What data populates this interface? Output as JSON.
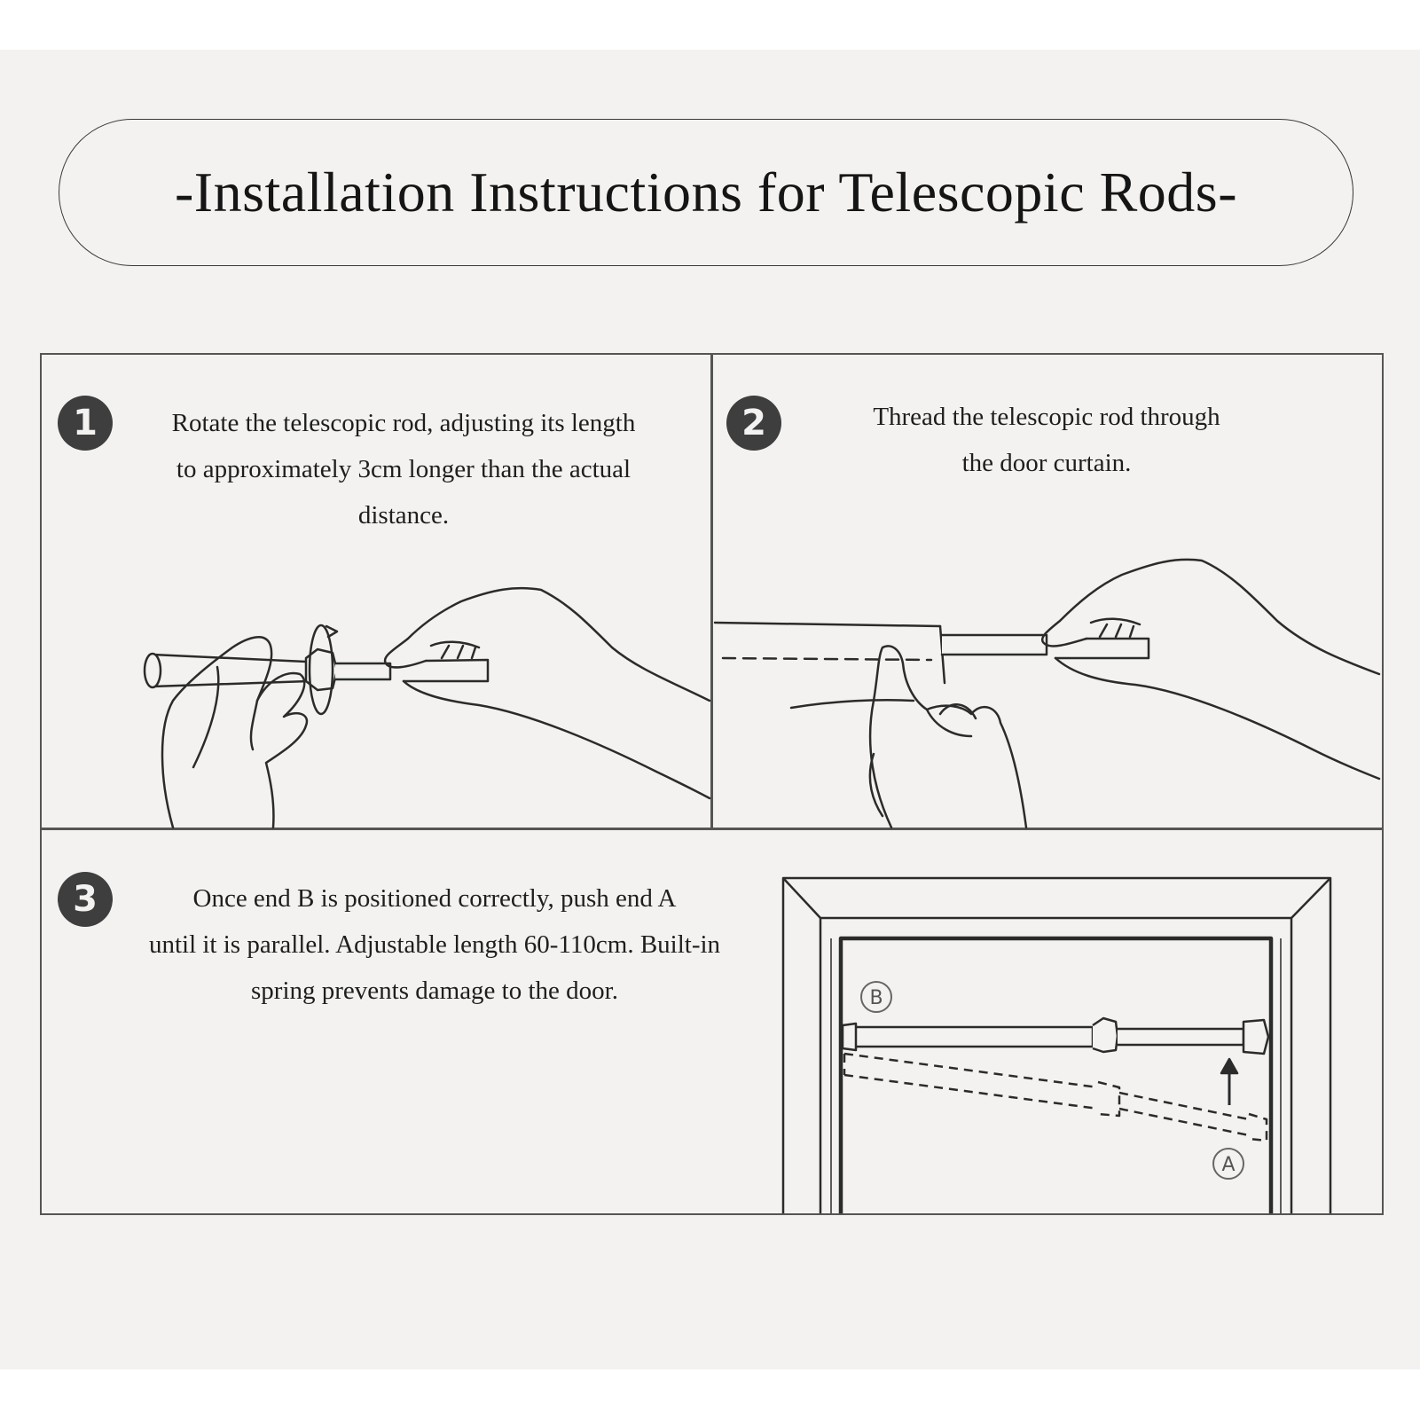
{
  "title": "-Installation Instructions for Telescopic Rods-",
  "steps": [
    {
      "number": "1",
      "lines": [
        "Rotate the telescopic rod, adjusting its length",
        "to approximately 3cm longer than the actual",
        "distance."
      ]
    },
    {
      "number": "2",
      "lines": [
        "Thread the telescopic rod through",
        "the door curtain."
      ]
    },
    {
      "number": "3",
      "lines": [
        "Once end B is positioned correctly, push end A",
        "until it is parallel. Adjustable length 60-110cm. Built-in",
        "spring prevents damage to the door."
      ]
    }
  ],
  "diagram_labels": {
    "end_b": "B",
    "end_a": "A"
  },
  "colors": {
    "background": "#f3f2f0",
    "line": "#555555",
    "badge": "#3e3e3e"
  }
}
